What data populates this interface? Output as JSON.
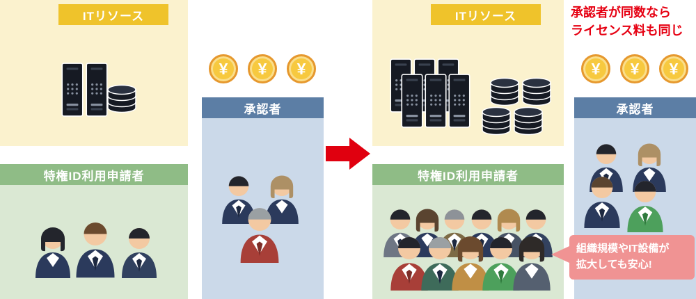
{
  "before": {
    "it_resources_label": "ITリソース",
    "applicants_label": "特権ID利用申請者",
    "approver_label": "承認者"
  },
  "after": {
    "it_resources_label": "ITリソース",
    "applicants_label": "特権ID利用申請者",
    "approver_label": "承認者"
  },
  "note": {
    "line1": "承認者が同数なら",
    "line2": "ライセンス料も同じ"
  },
  "bubble": {
    "line1": "組織規模やIT設備が",
    "line2": "拡大しても安心!"
  },
  "coin_symbol": "¥",
  "colors": {
    "gold_header": "#efc32b",
    "panel_yellow": "#fbf2ce",
    "green_header": "#8fbc86",
    "panel_green": "#dae8d3",
    "blue_header": "#5c7ea5",
    "panel_blue": "#cbd9e9",
    "arrow_red": "#e0000f",
    "note_red": "#e60012",
    "bubble_pink": "#f09393",
    "coin_face": "#f7c93f",
    "coin_rim": "#e6982e"
  }
}
